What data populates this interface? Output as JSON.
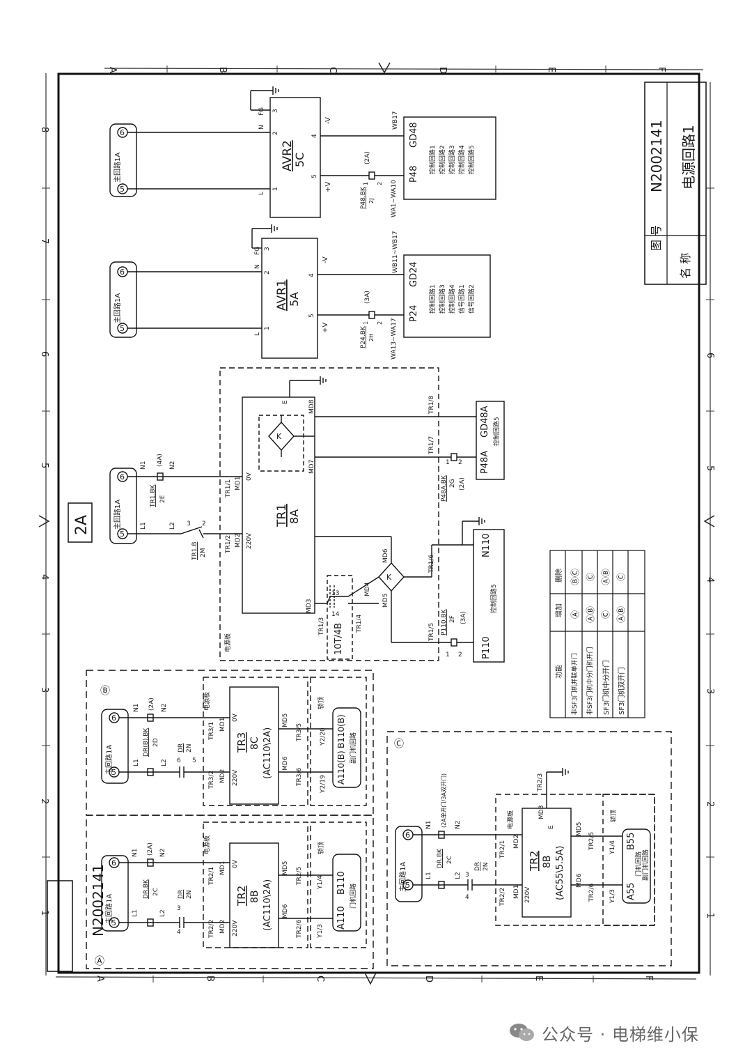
{
  "sheet": {
    "drawing_no": "N2002141",
    "title_block": {
      "label_no": "图 号",
      "label_name": "名 称",
      "drawing_no": "N2002141",
      "name": "电源回路1"
    },
    "zone_letters": [
      "A",
      "B",
      "C",
      "D",
      "E",
      "F"
    ],
    "zone_numbers": [
      "1",
      "2",
      "3",
      "4",
      "5",
      "6",
      "7",
      "8"
    ],
    "section_tag": "2A"
  },
  "avr2": {
    "name": "AVR2",
    "sub": "5C",
    "pins": {
      "n": "N",
      "fg": "FG",
      "l": "L",
      "p2": "2",
      "p3": "3",
      "p1": "1",
      "p4": "4",
      "p5": "5",
      "neg": "-V",
      "pos": "+V"
    },
    "source": {
      "label": "主回路1A",
      "a": "6",
      "b": "5"
    },
    "fuse": {
      "label": "P48.BK",
      "sub": "2J",
      "rating": "(2A)",
      "p1": "1",
      "p2": "2"
    },
    "wires": {
      "neg": "WB17",
      "pos": "WA1~WA10"
    },
    "out": {
      "name": "P48",
      "gd": "GD48",
      "loads": [
        "控制回路1",
        "控制回路2",
        "控制回路3",
        "控制回路4",
        "控制回路5"
      ]
    }
  },
  "avr1": {
    "name": "AVR1",
    "sub": "5A",
    "pins": {
      "n": "N",
      "fg": "FG",
      "l": "L",
      "p2": "2",
      "p3": "3",
      "p1": "1",
      "p4": "4",
      "p5": "5",
      "neg": "-V",
      "pos": "+V"
    },
    "source": {
      "label": "主回路1A",
      "a": "6",
      "b": "5"
    },
    "fuse": {
      "label": "P24.BK",
      "sub": "2H",
      "rating": "(3A)",
      "p1": "1",
      "p2": "2"
    },
    "wires": {
      "neg": "WB11~WB17",
      "pos": "WA13~WA17"
    },
    "out": {
      "name": "P24",
      "gd": "GD24",
      "loads": [
        "控制回路1",
        "控制回路3",
        "控制回路4",
        "信号回路1",
        "信号回路2"
      ]
    }
  },
  "tr1": {
    "name": "TR1",
    "sub": "8A",
    "source": {
      "label": "主回路1A",
      "a": "6",
      "b": "5"
    },
    "wires": {
      "n1": "N1",
      "n2": "N2",
      "l1": "L1",
      "l2": "L2"
    },
    "fuse_in": {
      "label": "TR1.BK",
      "sub": "2E",
      "rating": "(4A)"
    },
    "breaker": {
      "label": "TR1.B",
      "sub": "2M",
      "p3": "3",
      "p2": "2"
    },
    "terms": {
      "tr1_1": "TR1/1",
      "tr1_2": "TR1/2",
      "tr1_3": "TR1/3",
      "tr1_4": "TR1/4",
      "tr1_5": "TR1/5",
      "tr1_6": "TR1/6",
      "tr1_7": "TR1/7",
      "tr1_8": "TR1/8"
    },
    "pins": {
      "md1": "MD1",
      "md2": "MD2",
      "md3": "MD3",
      "md4": "MD4",
      "md5": "MD5",
      "md6": "MD6",
      "md7": "MD7",
      "md8": "MD8",
      "v0": "0V",
      "v220": "220V",
      "e": "E"
    },
    "cabinet": "电源板",
    "jumper": {
      "p13": "13",
      "p14": "14",
      "label": "10T/4B"
    },
    "fuse_p110": {
      "label": "P110.BK",
      "sub": "2F",
      "rating": "(3A)",
      "p1": "1",
      "p2": "2"
    },
    "fuse_p48a": {
      "label": "P48A.BK",
      "sub": "2G",
      "rating": "(2A)",
      "p1": "1",
      "p2": "2"
    },
    "out_p48a": {
      "name": "P48A",
      "gd": "GD48A",
      "load": "控制回路5"
    },
    "out_n110": {
      "name": "N110"
    },
    "out_p110": {
      "name": "P110",
      "load": "控制回路5"
    }
  },
  "table": {
    "headers": [
      "功能",
      "增加",
      "删除"
    ],
    "rows": [
      [
        "非SF3门机并联单开门",
        "Ⓐ",
        "ⒷⒸ"
      ],
      [
        "非SF3门机中分门机开门",
        "ⒶⒷ",
        "Ⓒ"
      ],
      [
        "SF3门机中分开门",
        "Ⓒ",
        "ⒶⒷ"
      ],
      [
        "SF3门机双开门",
        "ⒶⒷ",
        "Ⓒ"
      ]
    ]
  },
  "block_a": {
    "tag": "Ⓐ",
    "name": "TR2",
    "sub": "8B",
    "rating": "(AC110\\2A)",
    "source": {
      "label": "主回路1A",
      "a": "6",
      "b": "5"
    },
    "wires": {
      "n1": "N1",
      "n2": "N2",
      "l1": "L1",
      "l2": "L2"
    },
    "fuse": {
      "label": "DR.BK",
      "sub": "2C",
      "rating": "(2A)"
    },
    "brk": {
      "label": "DR",
      "sub": "2N",
      "p3": "3",
      "p4": "4"
    },
    "pins": {
      "md1": "MD1",
      "md2": "MD2",
      "md5": "MD5",
      "md6": "MD6",
      "v0": "0V",
      "v220": "220V"
    },
    "terms": {
      "t1": "TR2/1",
      "t2": "TR2/2",
      "t5": "TR2/5",
      "t6": "TR2/6",
      "y4": "Y1/4",
      "y3": "Y1/3"
    },
    "cabinet": "电源板",
    "tail": "轿顶",
    "out": {
      "a": "A110",
      "b": "B110",
      "load": "门机回路"
    }
  },
  "block_b": {
    "tag": "Ⓑ",
    "name": "TR3",
    "sub": "8C",
    "rating": "(AC110\\2A)",
    "source": {
      "label": "主回路1A",
      "a": "6",
      "b": "5"
    },
    "wires": {
      "n1": "N1",
      "n2": "N2",
      "l1": "L1",
      "l2": "L2"
    },
    "fuse": {
      "label": "DR(B).BK",
      "sub": "2D",
      "rating": "(2A)"
    },
    "brk": {
      "label": "DR",
      "sub": "2N",
      "p6": "6",
      "p5": "5"
    },
    "pins": {
      "md1": "MD1",
      "md2": "MD2",
      "md5": "MD5",
      "md6": "MD6",
      "v0": "0V",
      "v220": "220V"
    },
    "terms": {
      "t1": "TR3/1",
      "t2": "TR3/2",
      "t5": "TR3/5",
      "t6": "TR3/6",
      "y20": "Y2/20",
      "y19": "Y2/19"
    },
    "cabinet": "电源板",
    "tail": "轿顶",
    "out": {
      "a": "A110(B)",
      "b": "B110(B)",
      "load": "副门机回路"
    }
  },
  "block_c": {
    "tag": "Ⓒ",
    "name": "TR2",
    "sub": "8B",
    "rating": "(AC55\\5.5A)",
    "source": {
      "label": "主回路1A",
      "a": "6",
      "b": "5"
    },
    "wires": {
      "n1": "N1",
      "n2": "N2",
      "l1": "L1",
      "l2": "L2"
    },
    "fuse": {
      "label": "DR.BK",
      "sub": "2C",
      "rating": "(2A单开门/3A双开门)"
    },
    "brk": {
      "label": "DR",
      "sub": "2N",
      "p3": "3",
      "p4": "4"
    },
    "pins": {
      "md1": "MD1",
      "md2": "MD2",
      "md3": "MD3",
      "md5": "MD5",
      "md6": "MD6",
      "v220": "220V",
      "e": "E"
    },
    "terms": {
      "t1": "TR2/1",
      "t2": "TR2/2",
      "t3": "TR2/3",
      "t5": "TR2/5",
      "t6": "TR2/6",
      "y4": "Y1/4",
      "y3": "Y1/3"
    },
    "cabinet": "电源板",
    "tail": "轿顶",
    "out": {
      "a": "A55",
      "b": "B55",
      "load1": "门机回路",
      "load2": "副门机回路"
    }
  },
  "watermark": {
    "text": "公众号 · 电梯维小保"
  }
}
